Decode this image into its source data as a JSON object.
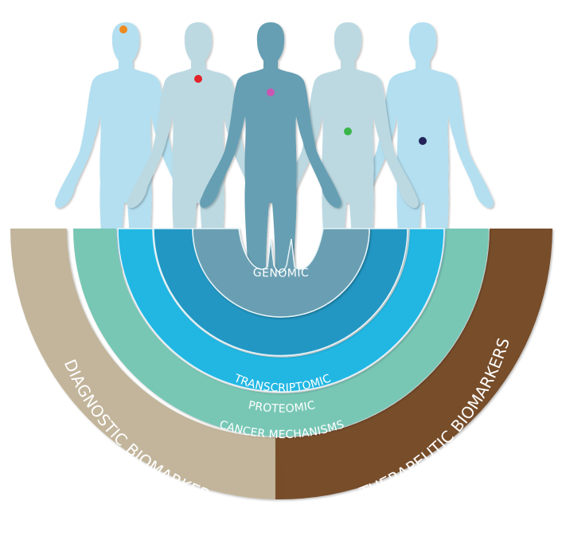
{
  "figure": {
    "people": [
      {
        "id": "person-1",
        "fill": "#b3dff0",
        "marker": {
          "label": "brain",
          "color": "#ef8a1f"
        }
      },
      {
        "id": "person-2",
        "fill": "#bcd9e2",
        "marker": {
          "label": "chest",
          "color": "#e2232a"
        }
      },
      {
        "id": "person-3",
        "fill": "#669fb3",
        "marker": {
          "label": "stomach",
          "color": "#c957b2"
        }
      },
      {
        "id": "person-4",
        "fill": "#bcd9e2",
        "marker": {
          "label": "lower-abdomen",
          "color": "#3bb54a"
        }
      },
      {
        "id": "person-5",
        "fill": "#b3dff0",
        "marker": {
          "label": "pelvis",
          "color": "#23245a"
        }
      }
    ],
    "rings": [
      {
        "id": "genomic",
        "label": "GENOMIC",
        "color": "#6a9fb3"
      },
      {
        "id": "transcriptomic",
        "label": "TRANSCRIPTOMIC",
        "color": "#2197c3"
      },
      {
        "id": "proteomic",
        "label": "PROTEOMIC",
        "color": "#22b7e3"
      },
      {
        "id": "cancer-mechanisms",
        "label": "CANCER MECHANISMS",
        "color": "#78c7b5"
      }
    ],
    "outer_segments": [
      {
        "id": "diagnostic",
        "label": "DIAGNOSTIC BIOMARKER",
        "color": "#c2b59b"
      },
      {
        "id": "therapeutic",
        "label": "THERAPEUTIC BIOMARKERS",
        "color": "#774d29"
      }
    ]
  }
}
